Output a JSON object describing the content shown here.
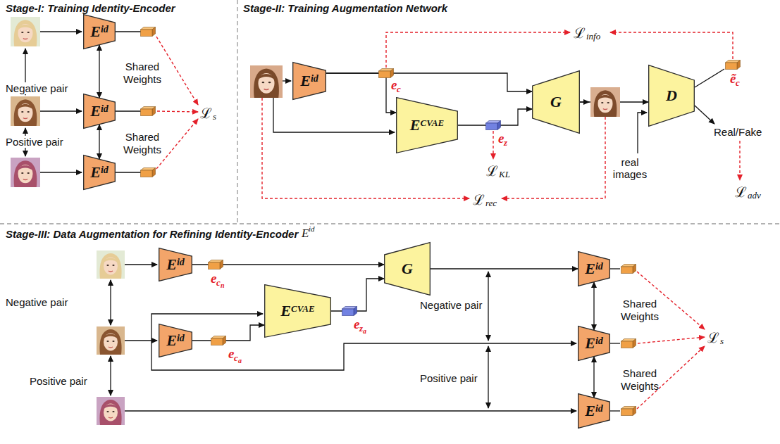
{
  "diagram": {
    "nodes": [
      {
        "text": [
          "E",
          "id"
        ]
      },
      {
        "text": [
          "E",
          "id"
        ]
      },
      {
        "text": [
          "E",
          "id"
        ]
      },
      {
        "text": [
          "E",
          "id"
        ]
      },
      {
        "text": [
          "E",
          "CVAE"
        ]
      },
      {
        "text": [
          "G"
        ]
      },
      {
        "text": [
          "D"
        ]
      },
      {
        "text": [
          "E",
          "id"
        ]
      },
      {
        "text": [
          "E",
          "id"
        ]
      },
      {
        "text": [
          "E",
          "CVAE"
        ]
      },
      {
        "text": [
          "G"
        ]
      },
      {
        "text": [
          "E",
          "id"
        ]
      },
      {
        "text": [
          "E",
          "id"
        ]
      },
      {
        "text": [
          "E",
          "id"
        ]
      }
    ],
    "edges": [
      {
        "from": 0,
        "to": 1,
        "arrow": "both",
        "label": "Shared Weights"
      },
      {
        "from": 1,
        "to": 2,
        "arrow": "both",
        "label": "Shared Weights"
      },
      {
        "from": 3,
        "to": 5,
        "arrow": "to"
      },
      {
        "from": 3,
        "to": 4,
        "arrow": "to"
      },
      {
        "from": 4,
        "to": 5,
        "arrow": "to"
      },
      {
        "from": 5,
        "to": 6,
        "arrow": "to"
      },
      {
        "from": 7,
        "to": 10,
        "arrow": "to"
      },
      {
        "from": 8,
        "to": 9,
        "arrow": "to"
      },
      {
        "from": 9,
        "to": 10,
        "arrow": "to"
      },
      {
        "from": 10,
        "to": 11,
        "arrow": "to"
      },
      {
        "from": 11,
        "to": 12,
        "arrow": "both",
        "label": "Shared Weights"
      },
      {
        "from": 12,
        "to": 13,
        "arrow": "both",
        "label": "Shared Weights"
      }
    ],
    "labels": [
      "Stage-I: Training Identity-Encoder",
      "Negative pair",
      "Positive pair",
      "ℒ",
      "s",
      "Stage-II: Training Augmentation Network",
      "ℒ",
      "info",
      "e",
      "c",
      "e",
      "z",
      "ℒ",
      "KL",
      "ℒ",
      "rec",
      "real images",
      "ẽ",
      "c",
      "Real/Fake",
      "ℒ",
      "adv",
      "Stage-III: Data Augmentation for Refining Identity-Encoder",
      "E",
      "id",
      "Negative pair",
      "Positive pair",
      "e",
      "c",
      "n",
      "e",
      "c",
      "a",
      "e",
      "z",
      "a",
      "Negative pair",
      "Positive pair",
      "ℒ",
      "s"
    ]
  }
}
